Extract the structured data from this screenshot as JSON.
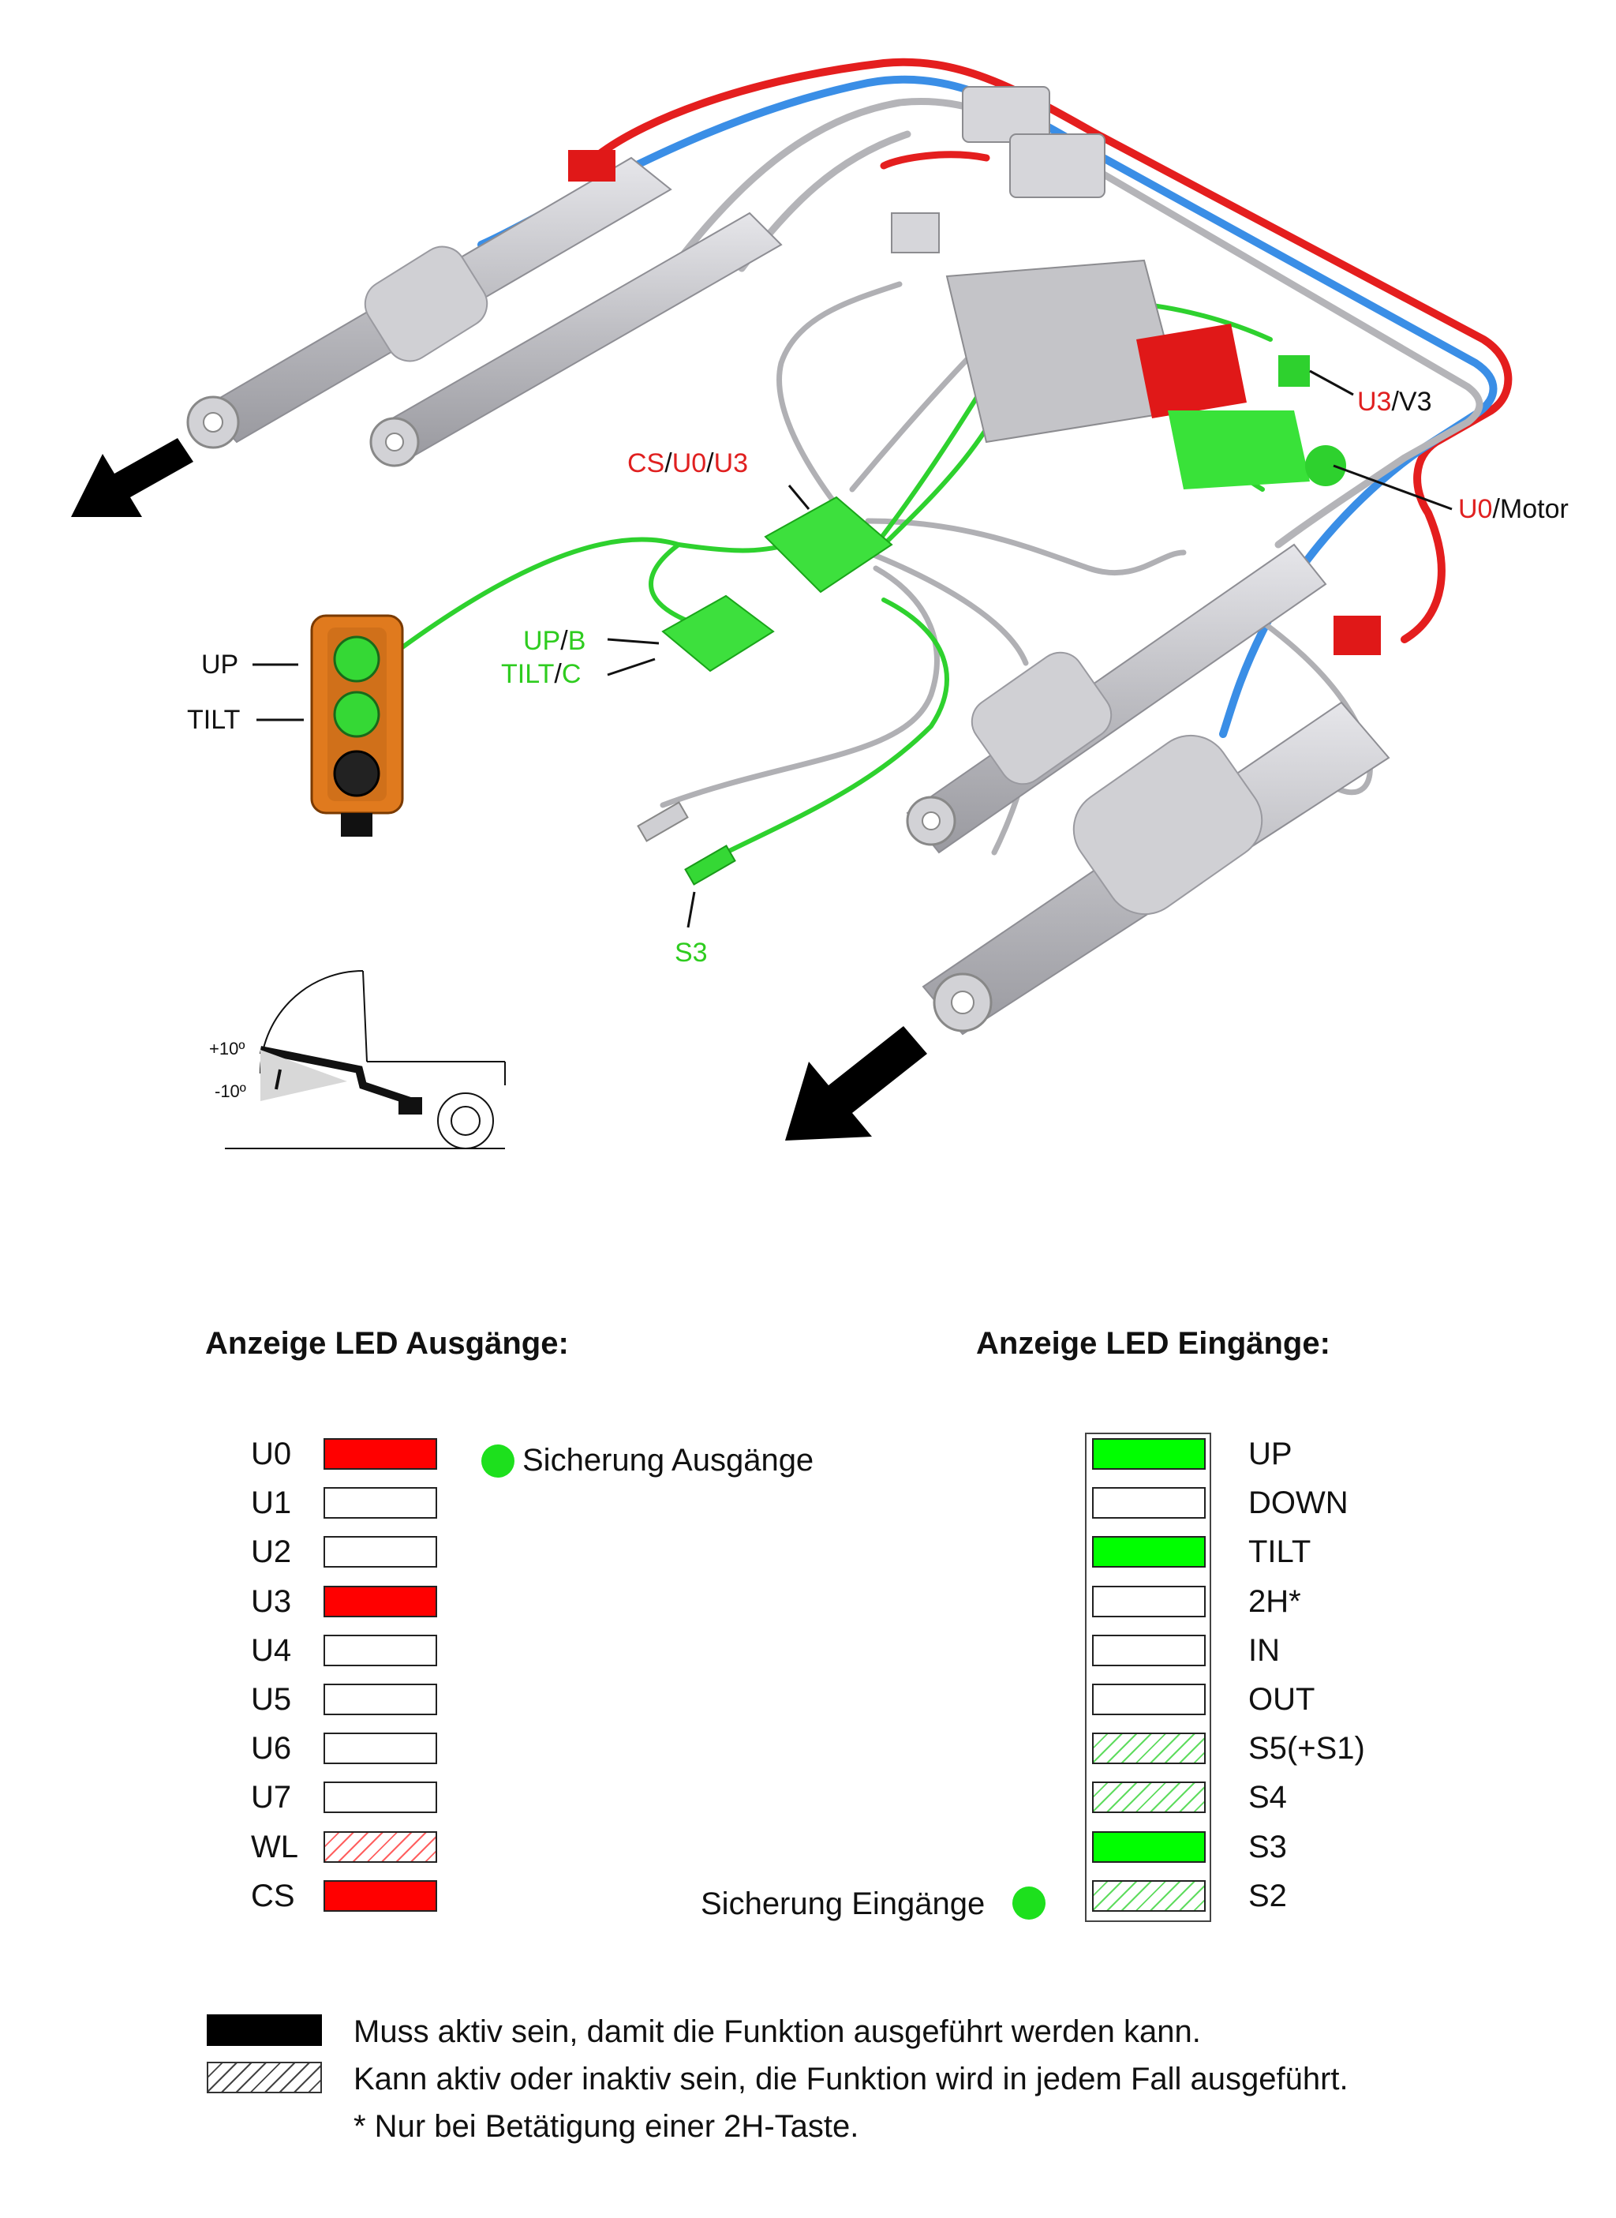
{
  "diagram": {
    "labels": {
      "cs_u0_u3": {
        "parts": [
          {
            "text": "CS",
            "color": "red"
          },
          {
            "text": "/",
            "color": "blk"
          },
          {
            "text": "U0",
            "color": "red"
          },
          {
            "text": "/",
            "color": "blk"
          },
          {
            "text": "U3",
            "color": "red"
          }
        ]
      },
      "u3_v3": {
        "parts": [
          {
            "text": "U3",
            "color": "red"
          },
          {
            "text": "/V3",
            "color": "blk"
          }
        ]
      },
      "u0_motor": {
        "parts": [
          {
            "text": "U0",
            "color": "red"
          },
          {
            "text": "/Motor",
            "color": "blk"
          }
        ]
      },
      "up_b": {
        "parts": [
          {
            "text": "UP",
            "color": "grn"
          },
          {
            "text": "/",
            "color": "blk"
          },
          {
            "text": "B",
            "color": "grn"
          }
        ]
      },
      "tilt_c": {
        "parts": [
          {
            "text": "TILT",
            "color": "grn"
          },
          {
            "text": "/",
            "color": "blk"
          },
          {
            "text": "C",
            "color": "grn"
          }
        ]
      },
      "s3": {
        "parts": [
          {
            "text": "S3",
            "color": "grn"
          }
        ]
      },
      "up": {
        "parts": [
          {
            "text": "UP",
            "color": "blk"
          }
        ]
      },
      "tilt": {
        "parts": [
          {
            "text": "TILT",
            "color": "blk"
          }
        ]
      }
    },
    "angle_labels": {
      "plus": "+10º",
      "minus": "-10º"
    }
  },
  "outputs": {
    "title": "Anzeige LED Ausgänge:",
    "fuse_label": "Sicherung Ausgänge",
    "rows": [
      {
        "label": "U0",
        "state": "fill-red"
      },
      {
        "label": "U1",
        "state": "empty"
      },
      {
        "label": "U2",
        "state": "empty"
      },
      {
        "label": "U3",
        "state": "fill-red"
      },
      {
        "label": "U4",
        "state": "empty"
      },
      {
        "label": "U5",
        "state": "empty"
      },
      {
        "label": "U6",
        "state": "empty"
      },
      {
        "label": "U7",
        "state": "empty"
      },
      {
        "label": "WL",
        "state": "hatch-red"
      },
      {
        "label": "CS",
        "state": "fill-red"
      }
    ]
  },
  "inputs": {
    "title": "Anzeige LED Eingänge:",
    "fuse_label": "Sicherung Eingänge",
    "rows": [
      {
        "label": "UP",
        "state": "fill-green"
      },
      {
        "label": "DOWN",
        "state": "empty"
      },
      {
        "label": "TILT",
        "state": "fill-green"
      },
      {
        "label": "2H*",
        "state": "empty"
      },
      {
        "label": "IN",
        "state": "empty"
      },
      {
        "label": "OUT",
        "state": "empty"
      },
      {
        "label": "S5(+S1)",
        "state": "hatch-green"
      },
      {
        "label": "S4",
        "state": "hatch-green"
      },
      {
        "label": "S3",
        "state": "fill-green"
      },
      {
        "label": "S2",
        "state": "hatch-green"
      }
    ]
  },
  "legend": {
    "must_active": "Muss aktiv sein, damit die Funktion ausgeführt werden kann.",
    "may_active": "Kann aktiv oder inaktiv sein, die Funktion wird in jedem Fall ausgeführt.",
    "footnote": "* Nur bei Betätigung einer 2H-Taste."
  },
  "colors": {
    "red": "#ff0000",
    "green": "#00ff00",
    "led_green": "#1de01d",
    "cylinder": "#c8c8cc",
    "handset": "#e07a1e"
  }
}
